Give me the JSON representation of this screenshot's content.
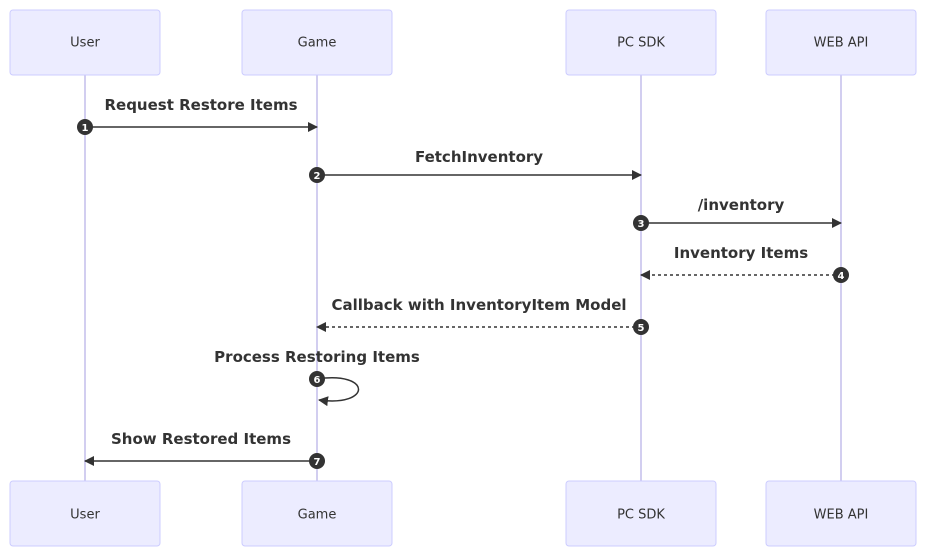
{
  "actors": [
    {
      "id": "user",
      "label": "User"
    },
    {
      "id": "game",
      "label": "Game"
    },
    {
      "id": "pcsdk",
      "label": "PC SDK"
    },
    {
      "id": "webapi",
      "label": "WEB API"
    }
  ],
  "messages": [
    {
      "seq": "1",
      "from": "user",
      "to": "game",
      "label": "Request Restore Items",
      "style": "solid"
    },
    {
      "seq": "2",
      "from": "game",
      "to": "pcsdk",
      "label": "FetchInventory",
      "style": "solid"
    },
    {
      "seq": "3",
      "from": "pcsdk",
      "to": "webapi",
      "label": "/inventory",
      "style": "solid"
    },
    {
      "seq": "4",
      "from": "webapi",
      "to": "pcsdk",
      "label": "Inventory Items",
      "style": "dotted"
    },
    {
      "seq": "5",
      "from": "pcsdk",
      "to": "game",
      "label": "Callback with InventoryItem Model",
      "style": "dotted"
    },
    {
      "seq": "6",
      "from": "game",
      "to": "game",
      "label": "Process Restoring Items",
      "style": "solid"
    },
    {
      "seq": "7",
      "from": "game",
      "to": "user",
      "label": "Show Restored Items",
      "style": "solid"
    }
  ]
}
